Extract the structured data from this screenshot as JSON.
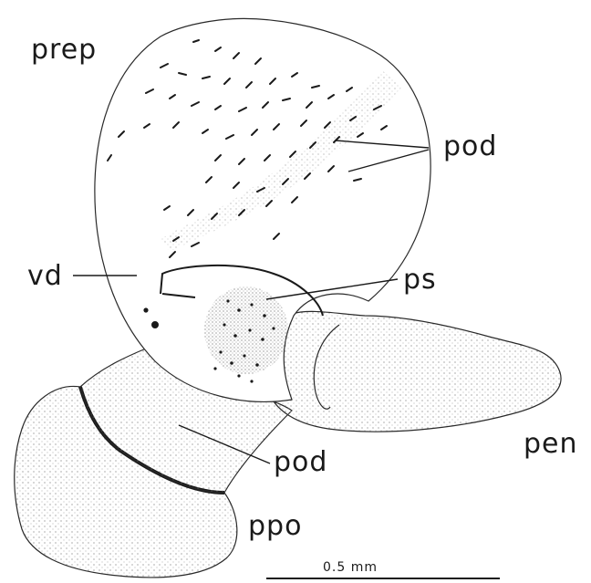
{
  "labels": {
    "prep": "prep",
    "pod_upper": "pod",
    "vd": "vd",
    "ps": "ps",
    "pen": "pen",
    "pod_lower": "pod",
    "ppo": "ppo"
  },
  "scale_bar": {
    "label": "0.5 mm"
  },
  "colors": {
    "ink": "#1a1a1a",
    "stipple": "#555555",
    "background": "#ffffff"
  }
}
